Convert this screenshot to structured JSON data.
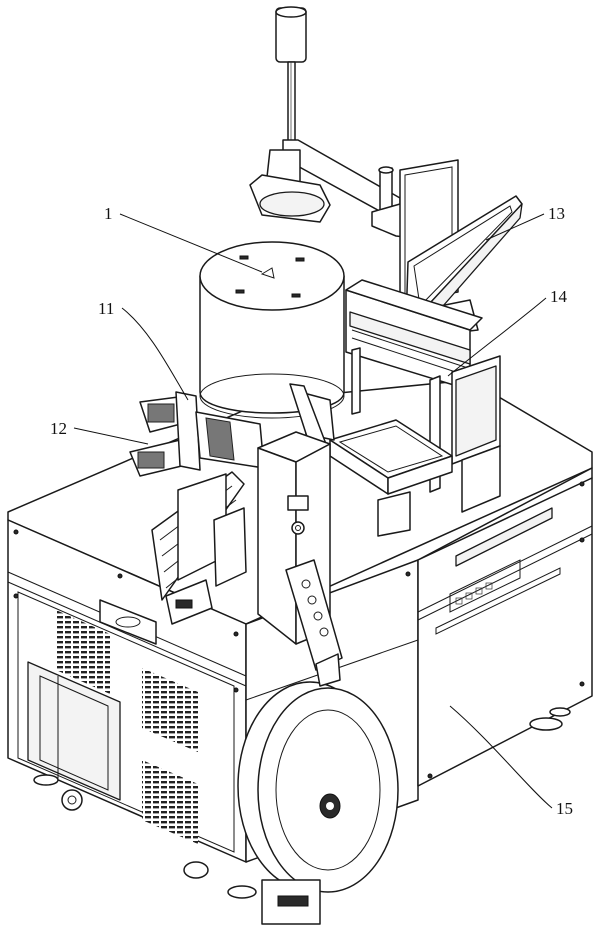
{
  "figure": {
    "callouts": [
      {
        "id": "c1",
        "text": "1"
      },
      {
        "id": "c11",
        "text": "11"
      },
      {
        "id": "c12",
        "text": "12"
      },
      {
        "id": "c13",
        "text": "13"
      },
      {
        "id": "c14",
        "text": "14"
      },
      {
        "id": "c15",
        "text": "15"
      }
    ]
  }
}
